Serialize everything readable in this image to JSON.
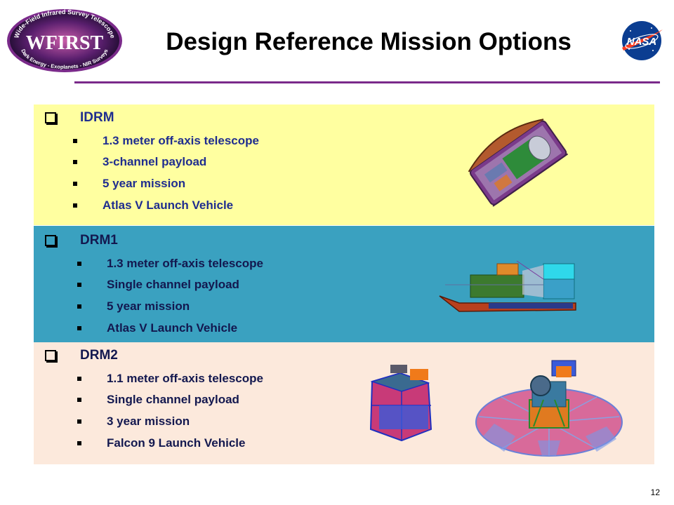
{
  "header": {
    "title": "Design Reference Mission Options",
    "logo_left": {
      "arc_top": "Wide-Field Infrared Survey Telescope",
      "wordmark": "WFIRST",
      "arc_bottom": "Dark Energy - Exoplanets - NIR Surveys"
    },
    "logo_right": {
      "text": "NASA"
    }
  },
  "options": [
    {
      "name": "IDRM",
      "items": [
        "1.3 meter off-axis telescope",
        "3-channel payload",
        "5 year mission",
        "Atlas V Launch Vehicle"
      ],
      "background": "#ffffa0"
    },
    {
      "name": "DRM1",
      "items": [
        "1.3 meter off-axis telescope",
        "Single channel payload",
        "5 year mission",
        "Atlas V Launch Vehicle"
      ],
      "background": "#3aa1c0"
    },
    {
      "name": "DRM2",
      "items": [
        "1.1 meter off-axis telescope",
        "Single channel payload",
        "3 year mission",
        "Falcon 9 Launch Vehicle"
      ],
      "background": "#fce9dc"
    }
  ],
  "footer": {
    "page_number": "12"
  },
  "colors": {
    "rule": "#7a2a8a",
    "heading_text": "#1f2d8f"
  }
}
